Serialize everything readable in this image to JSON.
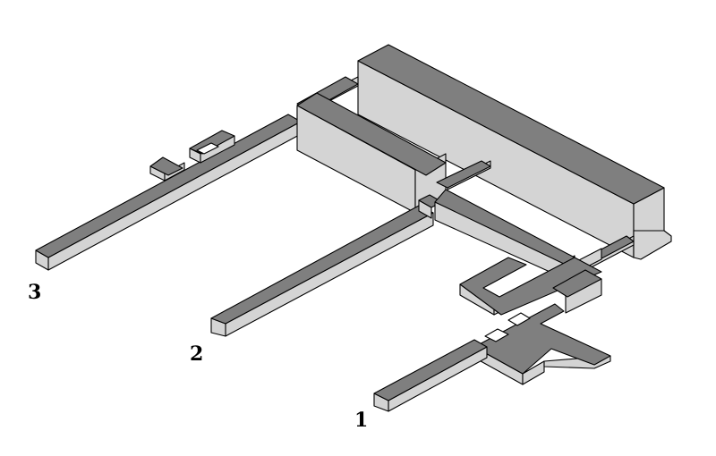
{
  "labels": {
    "corridor_1": "1",
    "corridor_2": "2",
    "corridor_3": "3"
  },
  "colors": {
    "top_face": "#7f7f7f",
    "side_face": "#d4d4d4",
    "outline": "#000000",
    "background": "#ffffff"
  }
}
